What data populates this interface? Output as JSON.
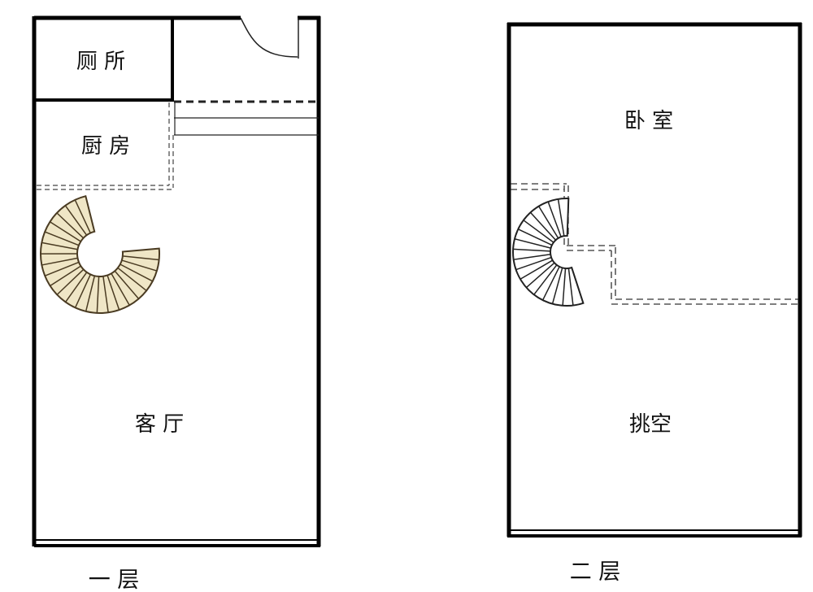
{
  "floor1": {
    "title": "一 层",
    "rooms": {
      "toilet": "厕 所",
      "kitchen": "厨 房",
      "living_room": "客 厅"
    }
  },
  "floor2": {
    "title": "二 层",
    "rooms": {
      "bedroom": "卧    室",
      "open_void": "挑空"
    }
  },
  "colors": {
    "wall": "#000000",
    "stair_fill_floor1": "#efe6c6",
    "stair_stroke_floor1": "#4a3b22",
    "stair_stroke_floor2": "#222222"
  }
}
